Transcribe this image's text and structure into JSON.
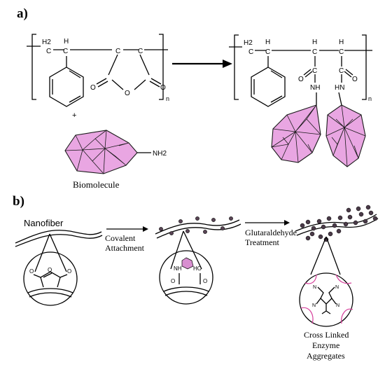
{
  "panel_a": {
    "label": "a)",
    "h2_left": "H2",
    "h2_right": "H2",
    "ch_labels": [
      "C",
      "H",
      "C",
      "C",
      "C",
      "H",
      "C",
      "C"
    ],
    "o_labels": [
      "O",
      "O",
      "O",
      "O",
      "O"
    ],
    "nh_labels": [
      "NH",
      "HN"
    ],
    "n_subscripts": [
      "n",
      "n"
    ],
    "plus": "+",
    "nh2": "NH2",
    "biomolecule": "Biomolecule"
  },
  "panel_b": {
    "label": "b)",
    "nanofiber": "Nanofiber",
    "step1": [
      "Covalent",
      "Attachment"
    ],
    "step2": [
      "Glutaraldehyde",
      "Treatment"
    ],
    "detail2_nh": "NH",
    "detail2_ho": "HO",
    "detail3_n": [
      "N",
      "N",
      "N",
      "N"
    ],
    "result": [
      "Cross Linked",
      "Enzyme",
      "Aggregates"
    ]
  },
  "colors": {
    "enzyme_fill": "#e9a6e2",
    "crosslink": "#d6409b",
    "lines": "#000000"
  }
}
